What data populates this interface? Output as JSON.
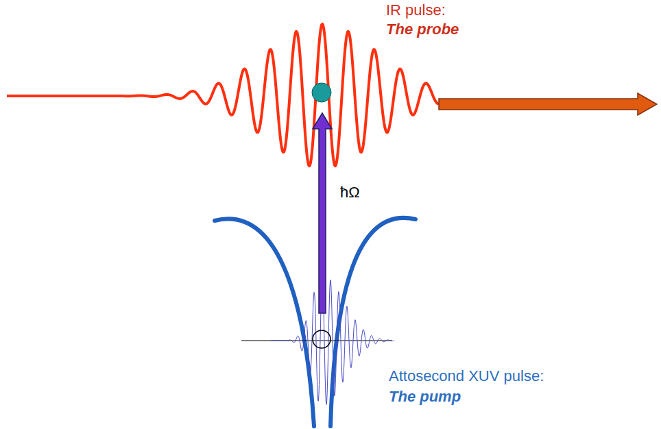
{
  "diagram": {
    "labels": [
      "IR pulse:",
      "The probe",
      "ħΩ",
      "Attosecond XUV pulse:",
      "The pump"
    ]
  }
}
